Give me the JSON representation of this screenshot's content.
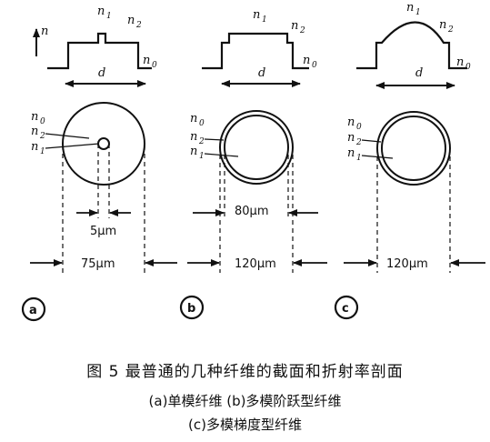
{
  "labels": {
    "n": "n",
    "sub_0": "0",
    "sub_1": "1",
    "sub_2": "2",
    "d": "d"
  },
  "panels": [
    {
      "id": "a",
      "badge": "a",
      "core_width": "5μm",
      "outer_width": "75μm"
    },
    {
      "id": "b",
      "badge": "b",
      "core_width": "80μm",
      "outer_width": "120μm"
    },
    {
      "id": "c",
      "badge": "c",
      "outer_width": "120μm"
    }
  ],
  "caption": {
    "title": "图 5  最普通的几种纤维的截面和折射率剖面",
    "line1": "(a)单模纤维  (b)多模阶跃型纤维",
    "line2": "(c)多模梯度型纤维"
  },
  "colors": {
    "ink": "#111111",
    "background": "#ffffff"
  }
}
